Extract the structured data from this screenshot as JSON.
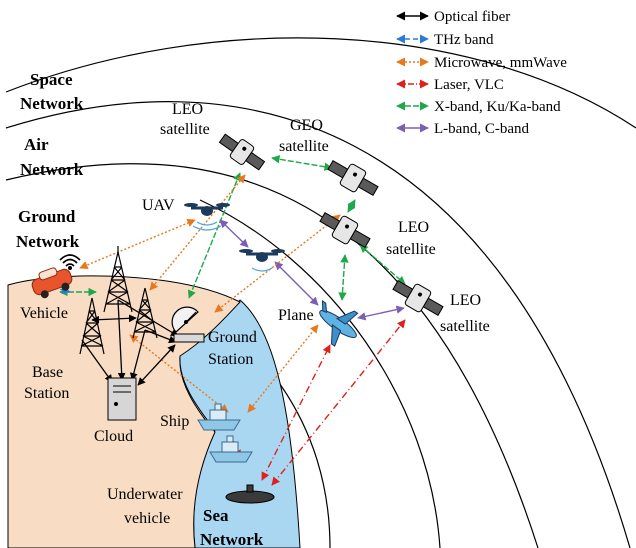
{
  "legend": [
    {
      "label": "Optical fiber",
      "color": "#000000",
      "style": "solid"
    },
    {
      "label": "THz band",
      "color": "#2b7bd6",
      "style": "dashed"
    },
    {
      "label": "Microwave, mmWave",
      "color": "#e8781e",
      "style": "dotted"
    },
    {
      "label": "Laser, VLC",
      "color": "#e0201c",
      "style": "dashdot"
    },
    {
      "label": "X-band, Ku/Ka-band",
      "color": "#1fa84a",
      "style": "dashed"
    },
    {
      "label": "L-band, C-band",
      "color": "#7b5fb5",
      "style": "solid"
    }
  ],
  "networks": {
    "space": [
      "Space",
      "Network"
    ],
    "air": [
      "Air",
      "Network"
    ],
    "ground": [
      "Ground",
      "Network"
    ],
    "sea": [
      "Sea",
      "Network"
    ]
  },
  "labels": {
    "leo_1": [
      "LEO",
      "satellite"
    ],
    "geo": [
      "GEO",
      "satellite"
    ],
    "leo_2": [
      "LEO",
      "satellite"
    ],
    "leo_3": [
      "LEO",
      "satellite"
    ],
    "uav": "UAV",
    "plane": "Plane",
    "vehicle": "Vehicle",
    "base_station": [
      "Base",
      "Station"
    ],
    "ground_station": [
      "Ground",
      "Station"
    ],
    "cloud": "Cloud",
    "ship": "Ship",
    "underwater": [
      "Underwater",
      "vehicle"
    ]
  }
}
